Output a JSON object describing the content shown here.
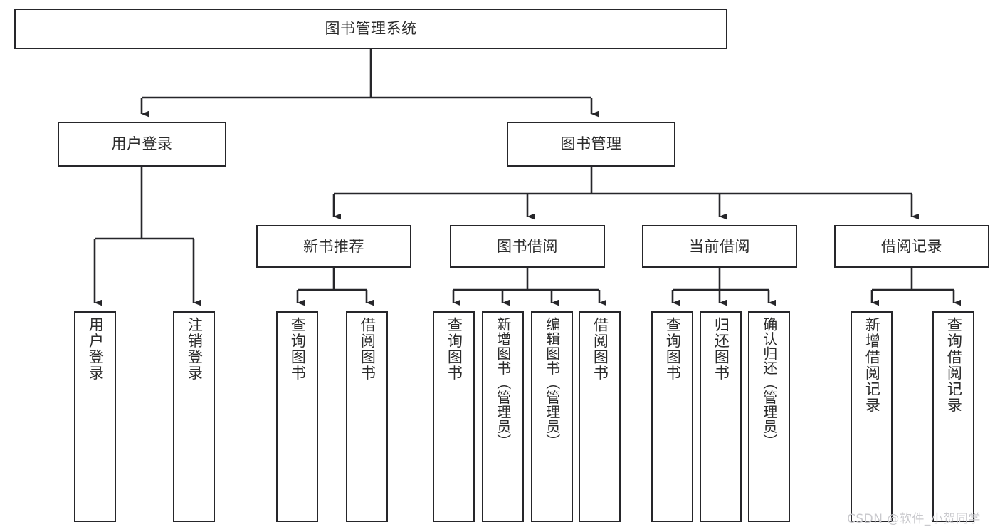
{
  "diagram": {
    "type": "hierarchy-tree",
    "title": "图书管理系统",
    "stroke_color": "#26262a",
    "text_color": "#2b2b2b",
    "background_color": "#ffffff",
    "watermark": "CSDN @软件_小贺同学",
    "levels": {
      "root": {
        "label": "图书管理系统"
      },
      "level2": [
        {
          "label": "用户登录"
        },
        {
          "label": "图书管理"
        }
      ],
      "level3": [
        {
          "label": "新书推荐"
        },
        {
          "label": "图书借阅"
        },
        {
          "label": "当前借阅"
        },
        {
          "label": "借阅记录"
        }
      ],
      "leaves": {
        "user_login": [
          {
            "label": "用户登录"
          },
          {
            "label": "注销登录"
          }
        ],
        "new_book_recommend": [
          {
            "label": "查询图书"
          },
          {
            "label": "借阅图书"
          }
        ],
        "book_borrow": [
          {
            "label": "查询图书"
          },
          {
            "label": "新增图书（管理员）"
          },
          {
            "label": "编辑图书（管理员）"
          },
          {
            "label": "借阅图书"
          }
        ],
        "current_borrow": [
          {
            "label": "查询图书"
          },
          {
            "label": "归还图书"
          },
          {
            "label": "确认归还（管理员）"
          }
        ],
        "borrow_record": [
          {
            "label": "新增借阅记录"
          },
          {
            "label": "查询借阅记录"
          }
        ]
      }
    }
  }
}
